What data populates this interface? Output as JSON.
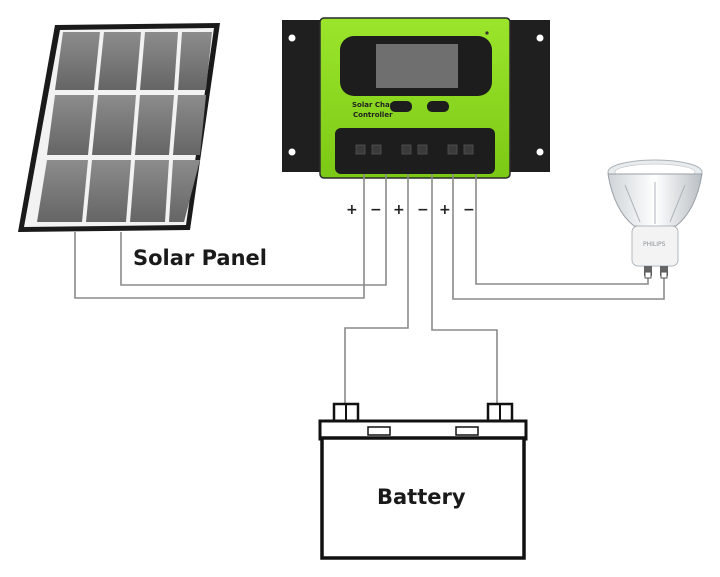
{
  "labels": {
    "solar_panel": "Solar Panel",
    "battery": "Battery",
    "controller_line1": "Solar Charge",
    "controller_line2": "Controller",
    "bulb_brand": "PHILIPS"
  },
  "terminals": [
    "+",
    "−",
    "+",
    "−",
    "+",
    "−"
  ],
  "colors": {
    "controller_body": "#8dde1e",
    "controller_frame": "#1f1f1f",
    "screen": "#6b6b6b",
    "panel_cell": "#7a7a7a",
    "panel_frame": "#1a1a1a",
    "wire": "#8a8a8a",
    "battery_outline": "#111111"
  },
  "icons": [
    "solar-panel-icon",
    "charge-controller-icon",
    "battery-icon",
    "light-bulb-icon"
  ]
}
